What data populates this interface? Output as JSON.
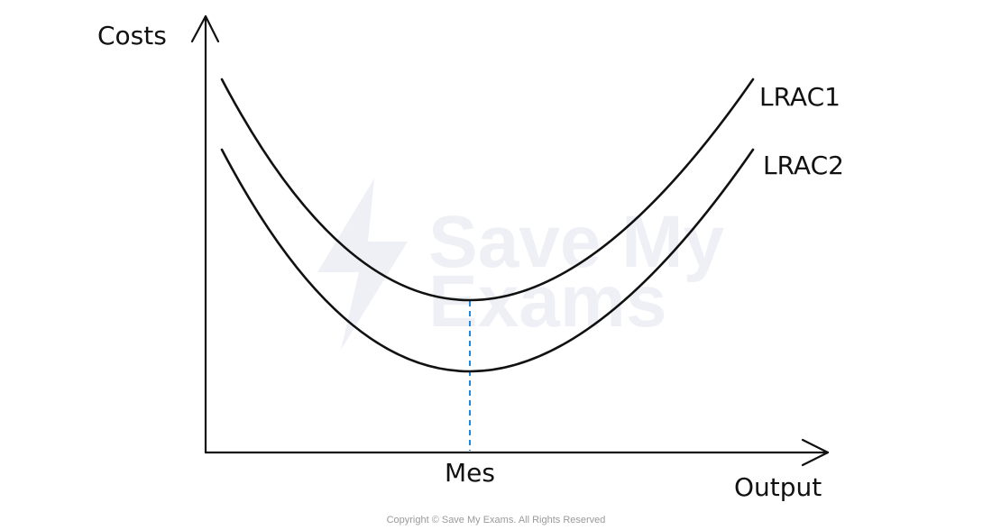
{
  "diagram": {
    "y_axis_label": "Costs",
    "x_axis_label": "Output",
    "min_point_label": "Mes",
    "curves": [
      {
        "name": "LRAC1"
      },
      {
        "name": "LRAC2"
      }
    ],
    "colors": {
      "curve": "#111111",
      "axis": "#111111",
      "dashed_guide": "#1e88e5",
      "watermark": "#eef0f5"
    }
  },
  "watermark": {
    "line1": "Save My",
    "line2": "Exams"
  },
  "footer": {
    "copyright": "Copyright © Save My Exams. All Rights Reserved"
  }
}
